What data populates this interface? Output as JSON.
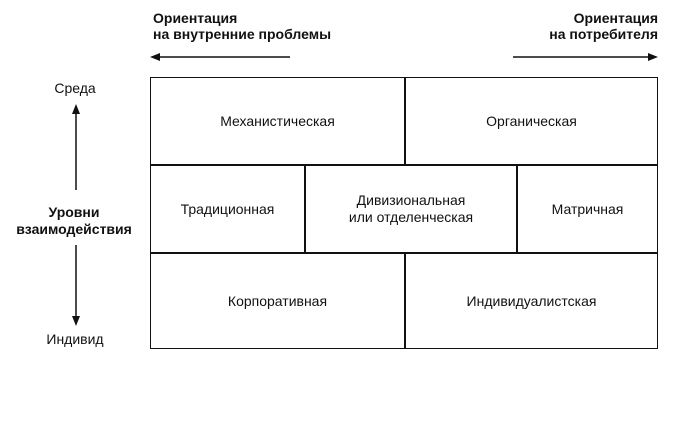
{
  "header": {
    "left_line1": "Ориентация",
    "left_line2": "на внутренние проблемы",
    "right_line1": "Ориентация",
    "right_line2": "на потребителя"
  },
  "axis": {
    "top": "Среда",
    "middle_line1": "Уровни",
    "middle_line2": "взаимодействия",
    "bottom": "Индивид"
  },
  "grid": {
    "row1": [
      "Механистическая",
      "Органическая"
    ],
    "row2": [
      "Традиционная",
      "Дивизиональная",
      "или отделенческая",
      "Матричная"
    ],
    "row3": [
      "Корпоративная",
      "Индивидуалистская"
    ]
  }
}
